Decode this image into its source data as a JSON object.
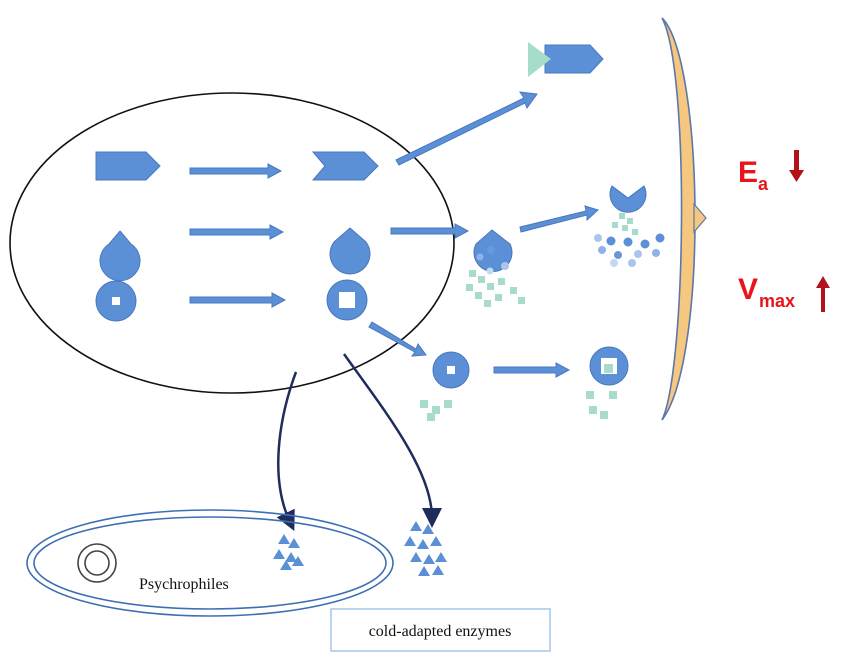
{
  "labels": {
    "psychrophiles": "Psychrophiles",
    "enzymes": "cold-adapted enzymes",
    "ea_main": "E",
    "ea_sub": "a",
    "vmax_main": "V",
    "vmax_sub": "max"
  },
  "colors": {
    "enzyme_blue": "#5b8fd6",
    "shape_stroke": "#4a78bf",
    "substrate_green": "#a6dcc9",
    "arrow_red": "#b3121a",
    "label_red": "#e8141c",
    "bracket_orange": "#f6c77f",
    "dark_arrow": "#1f2d5c"
  },
  "icons": [
    "pentagon-tag-icon",
    "chevron-tag-icon",
    "pacman-enzyme-icon",
    "ring-enzyme-icon",
    "double-circle-cell-icon",
    "triangle-cluster-icon",
    "up-arrow-icon",
    "down-arrow-icon"
  ]
}
